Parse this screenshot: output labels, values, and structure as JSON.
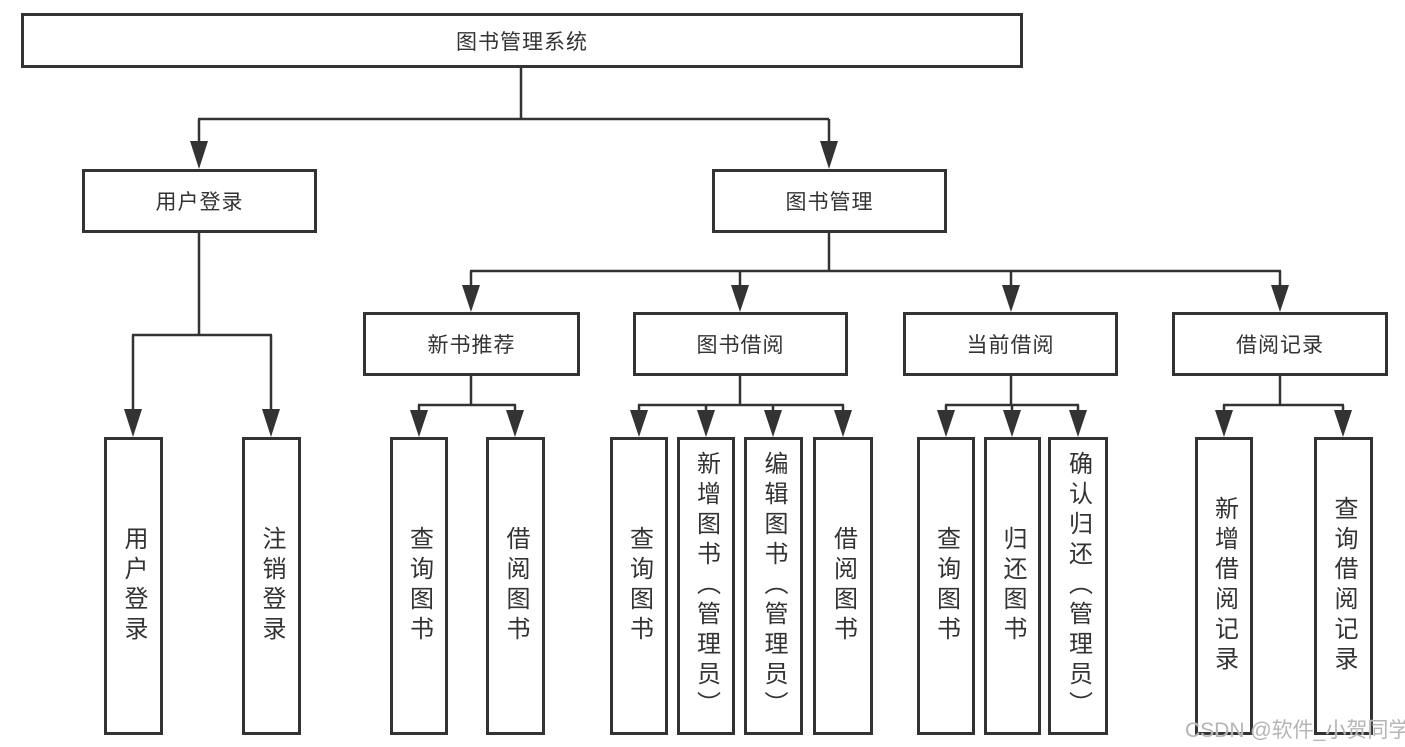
{
  "diagram": {
    "title": "图书管理系统",
    "root": {
      "label": "图书管理系统"
    },
    "branches": [
      {
        "label": "用户登录",
        "children": [
          {
            "label": "用户登录"
          },
          {
            "label": "注销登录"
          }
        ]
      },
      {
        "label": "图书管理",
        "children": [
          {
            "label": "新书推荐",
            "children": [
              {
                "label": "查询图书"
              },
              {
                "label": "借阅图书"
              }
            ]
          },
          {
            "label": "图书借阅",
            "children": [
              {
                "label": "查询图书"
              },
              {
                "label": "新增图书（管理员）"
              },
              {
                "label": "编辑图书（管理员）"
              },
              {
                "label": "借阅图书"
              }
            ]
          },
          {
            "label": "当前借阅",
            "children": [
              {
                "label": "查询图书"
              },
              {
                "label": "归还图书"
              },
              {
                "label": "确认归还（管理员）"
              }
            ]
          },
          {
            "label": "借阅记录",
            "children": [
              {
                "label": "新增借阅记录"
              },
              {
                "label": "查询借阅记录"
              }
            ]
          }
        ]
      }
    ],
    "colors": {
      "line": "#333333",
      "text": "#333333",
      "box_background": "#ffffff",
      "watermark": "#b5b5b5"
    }
  },
  "watermark": {
    "text": "CSDN @软件_小贺同学"
  }
}
